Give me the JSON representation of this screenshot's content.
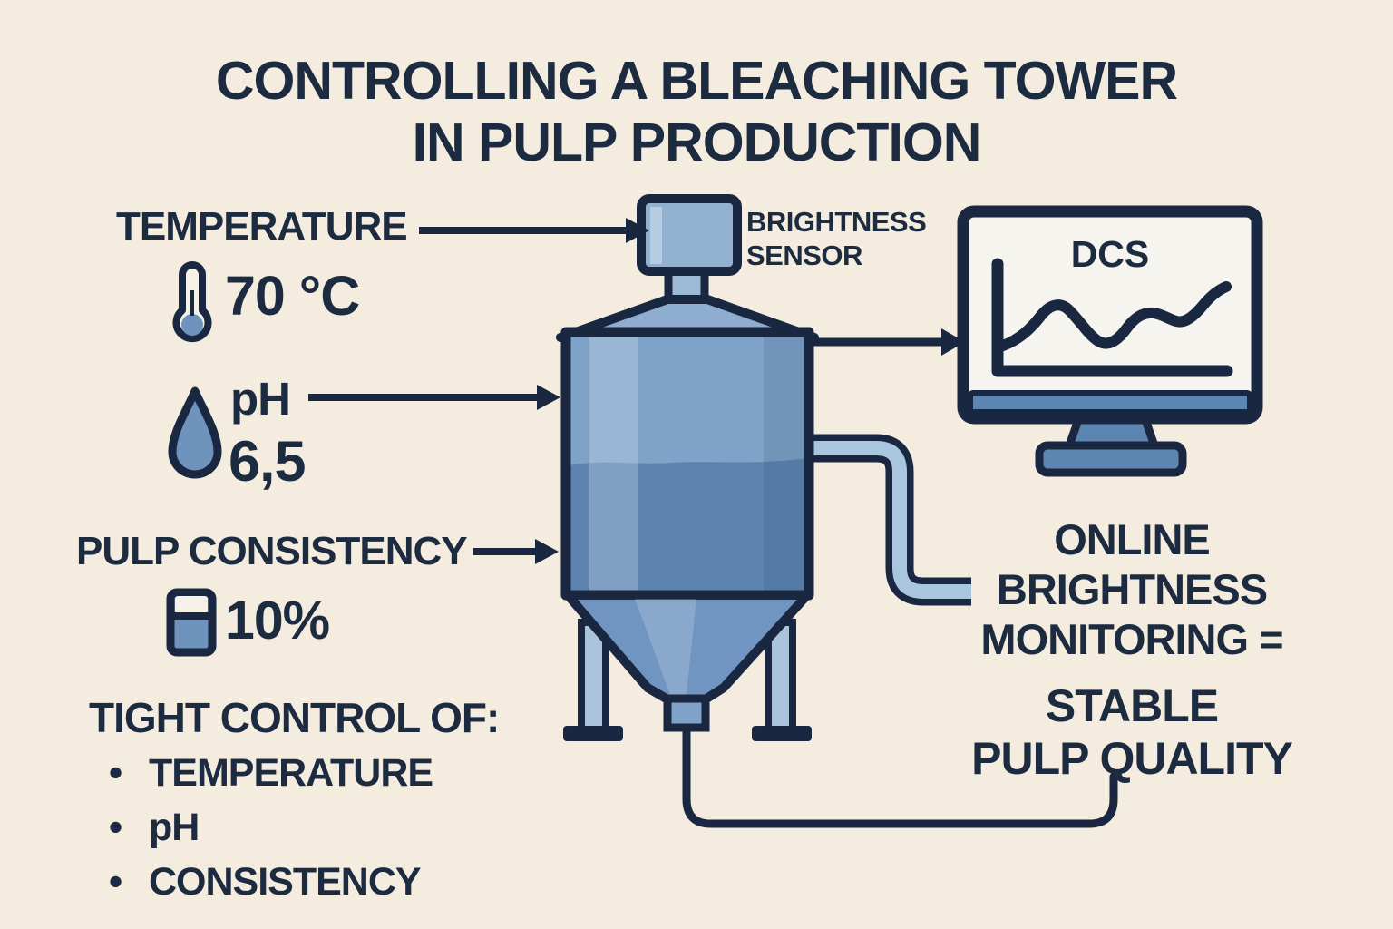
{
  "title": {
    "line1": "CONTROLLING A BLEACHING TOWER",
    "line2": "IN PULP PRODUCTION"
  },
  "parameters": [
    {
      "label": "TEMPERATURE",
      "value": "70 °C",
      "icon": "thermometer-icon"
    },
    {
      "label": "pH",
      "value": "6,5",
      "icon": "droplet-icon"
    },
    {
      "label": "PULP CONSISTENCY",
      "value": "10%",
      "icon": "beaker-icon"
    }
  ],
  "tower": {
    "sensor_label_line1": "BRIGHTNESS",
    "sensor_label_line2": "SENSOR"
  },
  "dcs": {
    "screen_title": "DCS"
  },
  "result": {
    "lines": [
      "ONLINE",
      "BRIGHTNESS",
      "MONITORING =",
      "STABLE",
      "PULP QUALITY"
    ]
  },
  "control_list": {
    "heading": "TIGHT CONTROL OF:",
    "bullet": "•",
    "items": [
      "TEMPERATURE",
      "pH",
      "CONSISTENCY"
    ]
  },
  "colors": {
    "background": "#f3ecdf",
    "ink": "#1d2b40",
    "outline": "#1a2740",
    "tank_fill": "#7fa2c9",
    "liquid_fill": "#5d84b1",
    "shoulder_fill": "#8fadce",
    "light_blue": "#a9c4dc",
    "icon_blue": "#6e93bd",
    "monitor_accent": "#5d85b2",
    "screen_white": "#f6f4ee"
  }
}
